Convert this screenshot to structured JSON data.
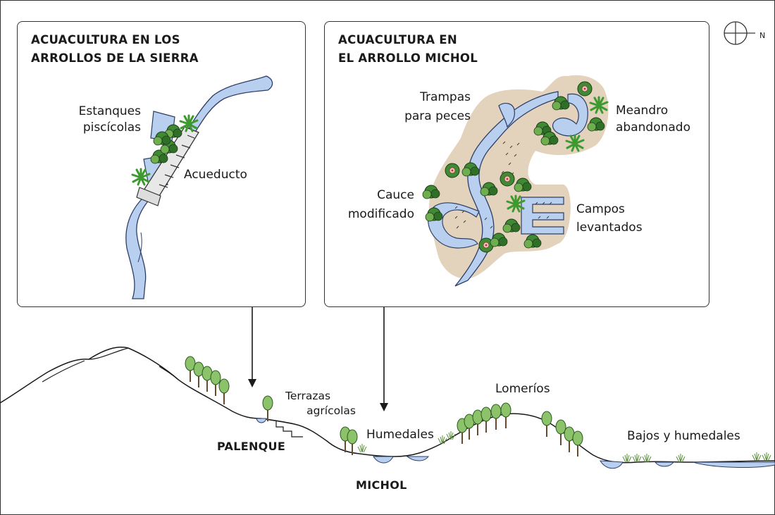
{
  "panels": {
    "sierra": {
      "title_line1": "ACUACULTURA EN LOS",
      "title_line2": "ARROLLOS DE LA SIERRA",
      "labels": {
        "estanques_1": "Estanques",
        "estanques_2": "piscícolas",
        "acueducto": "Acueducto"
      }
    },
    "michol": {
      "title_line1": "ACUACULTURA EN",
      "title_line2": "EL ARROLLO MICHOL",
      "labels": {
        "trampas_1": "Trampas",
        "trampas_2": "para peces",
        "meandro_1": "Meandro",
        "meandro_2": "abandonado",
        "cauce_1": "Cauce",
        "cauce_2": "modificado",
        "campos_1": "Campos",
        "campos_2": "levantados"
      }
    }
  },
  "compass": {
    "label": "N"
  },
  "profile": {
    "terrazas_1": "Terrazas",
    "terrazas_2": "agrícolas",
    "humedales": "Humedales",
    "lomerios": "Lomeríos",
    "bajos": "Bajos y humedales",
    "palenque": "PALENQUE",
    "michol": "MICHOL"
  },
  "colors": {
    "water": "#b8cff0",
    "water_outline": "#2d3e66",
    "land": "#e3d3bd",
    "tree_dark": "#2f7a2a",
    "tree_light": "#8cc36a",
    "line": "#1a1a1a"
  }
}
